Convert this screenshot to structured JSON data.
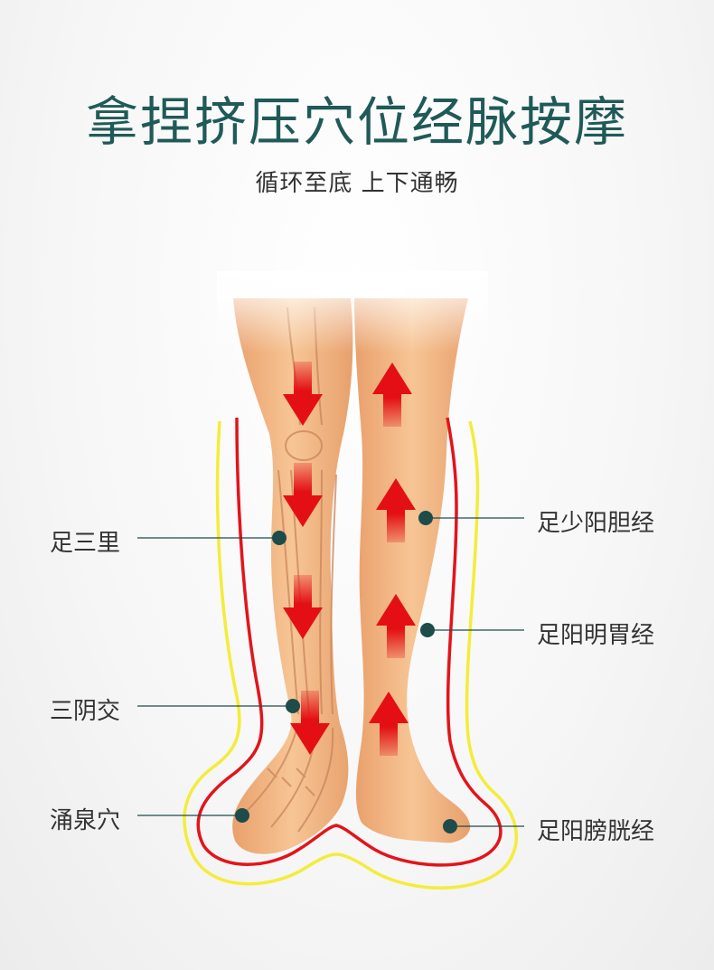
{
  "header": {
    "title": "拿捏挤压穴位经脉按摩",
    "subtitle": "循环至底 上下通畅"
  },
  "labels": {
    "left": [
      "足三里",
      "三阴交",
      "涌泉穴"
    ],
    "right": [
      "足少阳胆经",
      "足阳明胃经",
      "足阳膀胱经"
    ]
  },
  "colors": {
    "title": "#1f5a58",
    "outline_red": "#e3141b",
    "outline_yellow": "#f4ec3c",
    "arrow_red": "#e40f14",
    "marker": "#1d4c4a",
    "skin": "#f4b986"
  }
}
